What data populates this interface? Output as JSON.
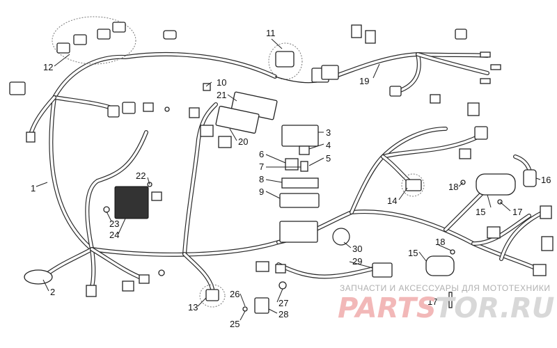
{
  "callouts": [
    {
      "id": "c1",
      "text": "1"
    },
    {
      "id": "c2",
      "text": "2"
    },
    {
      "id": "c3",
      "text": "3"
    },
    {
      "id": "c4",
      "text": "4"
    },
    {
      "id": "c5",
      "text": "5"
    },
    {
      "id": "c6",
      "text": "6"
    },
    {
      "id": "c7",
      "text": "7"
    },
    {
      "id": "c8",
      "text": "8"
    },
    {
      "id": "c9",
      "text": "9"
    },
    {
      "id": "c10",
      "text": "10"
    },
    {
      "id": "c11",
      "text": "11"
    },
    {
      "id": "c12",
      "text": "12"
    },
    {
      "id": "c13",
      "text": "13"
    },
    {
      "id": "c14",
      "text": "14"
    },
    {
      "id": "c15a",
      "text": "15"
    },
    {
      "id": "c15b",
      "text": "15"
    },
    {
      "id": "c16",
      "text": "16"
    },
    {
      "id": "c17a",
      "text": "17"
    },
    {
      "id": "c17b",
      "text": "17"
    },
    {
      "id": "c18a",
      "text": "18"
    },
    {
      "id": "c18b",
      "text": "18"
    },
    {
      "id": "c19",
      "text": "19"
    },
    {
      "id": "c20",
      "text": "20"
    },
    {
      "id": "c21",
      "text": "21"
    },
    {
      "id": "c22",
      "text": "22"
    },
    {
      "id": "c23",
      "text": "23"
    },
    {
      "id": "c24",
      "text": "24"
    },
    {
      "id": "c25",
      "text": "25"
    },
    {
      "id": "c26",
      "text": "26"
    },
    {
      "id": "c27",
      "text": "27"
    },
    {
      "id": "c28",
      "text": "28"
    },
    {
      "id": "c29",
      "text": "29"
    },
    {
      "id": "c30",
      "text": "30"
    }
  ],
  "watermark": {
    "tagline": "ЗАПЧАСТИ И АКСЕССУАРЫ ДЛЯ МОТОТЕХНИКИ",
    "brand_left": "PARTS",
    "brand_right": "TOR.RU"
  }
}
